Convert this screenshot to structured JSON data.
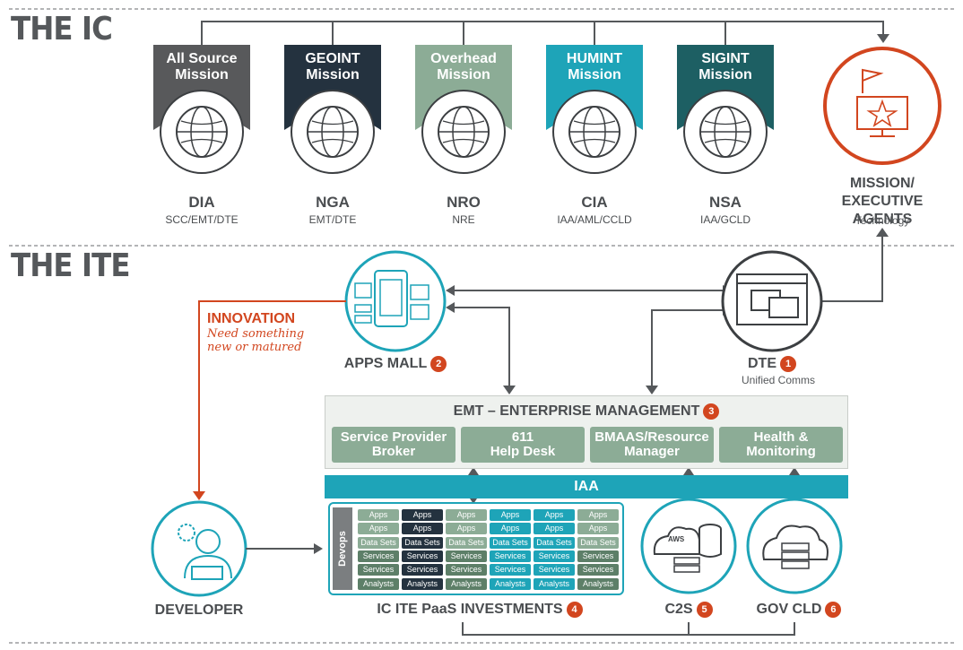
{
  "sections": {
    "ic": "THE IC",
    "ite": "THE ITE"
  },
  "agencies": [
    {
      "banner": [
        "All Source",
        "Mission"
      ],
      "name": "DIA",
      "sub": "SCC/EMT/DTE",
      "color": "#58595b"
    },
    {
      "banner": [
        "GEOINT",
        "Mission"
      ],
      "name": "NGA",
      "sub": "EMT/DTE",
      "color": "#24323f"
    },
    {
      "banner": [
        "Overhead",
        "Mission"
      ],
      "name": "NRO",
      "sub": "NRE",
      "color": "#8cac96"
    },
    {
      "banner": [
        "HUMINT",
        "Mission"
      ],
      "name": "CIA",
      "sub": "IAA/AML/CCLD",
      "color": "#1ea4b8"
    },
    {
      "banner": [
        "SIGINT",
        "Mission"
      ],
      "name": "NSA",
      "sub": "IAA/GCLD",
      "color": "#1d5f63"
    }
  ],
  "mission_agents": {
    "line1": "MISSION/",
    "line2": "EXECUTIVE AGENTS",
    "sub": "Technology"
  },
  "apps_mall": {
    "label": "APPS MALL",
    "num": "2"
  },
  "dte": {
    "label": "DTE",
    "num": "1",
    "sub": "Unified Comms"
  },
  "innovation": {
    "title": "INNOVATION",
    "line1": "Need something",
    "line2": "new or matured"
  },
  "emt": {
    "title": "EMT – ENTERPRISE MANAGEMENT",
    "num": "3",
    "boxes": [
      [
        "Service Provider",
        "Broker"
      ],
      [
        "611",
        "Help Desk"
      ],
      [
        "BMAAS/Resource",
        "Manager"
      ],
      [
        "Health &",
        "Monitoring"
      ]
    ]
  },
  "iaa": "IAA",
  "paas": {
    "devops": "Devops",
    "rows": [
      "Apps",
      "Apps",
      "Data Sets",
      "Services",
      "Services",
      "Analysts"
    ],
    "column_colors": [
      "#8cac96",
      "#24323f",
      "#8cac96",
      "#1ea4b8",
      "#1ea4b8",
      "#8cac96"
    ],
    "label": "IC ITE PaaS INVESTMENTS",
    "num": "4"
  },
  "developer": "DEVELOPER",
  "c2s": {
    "label": "C2S",
    "num": "5",
    "badge": "AWS"
  },
  "gov_cld": {
    "label": "GOV CLD",
    "num": "6"
  },
  "colors": {
    "teal": "#1ea4b8",
    "orange": "#d2461f",
    "grey": "#55585b",
    "green": "#8cac96"
  }
}
